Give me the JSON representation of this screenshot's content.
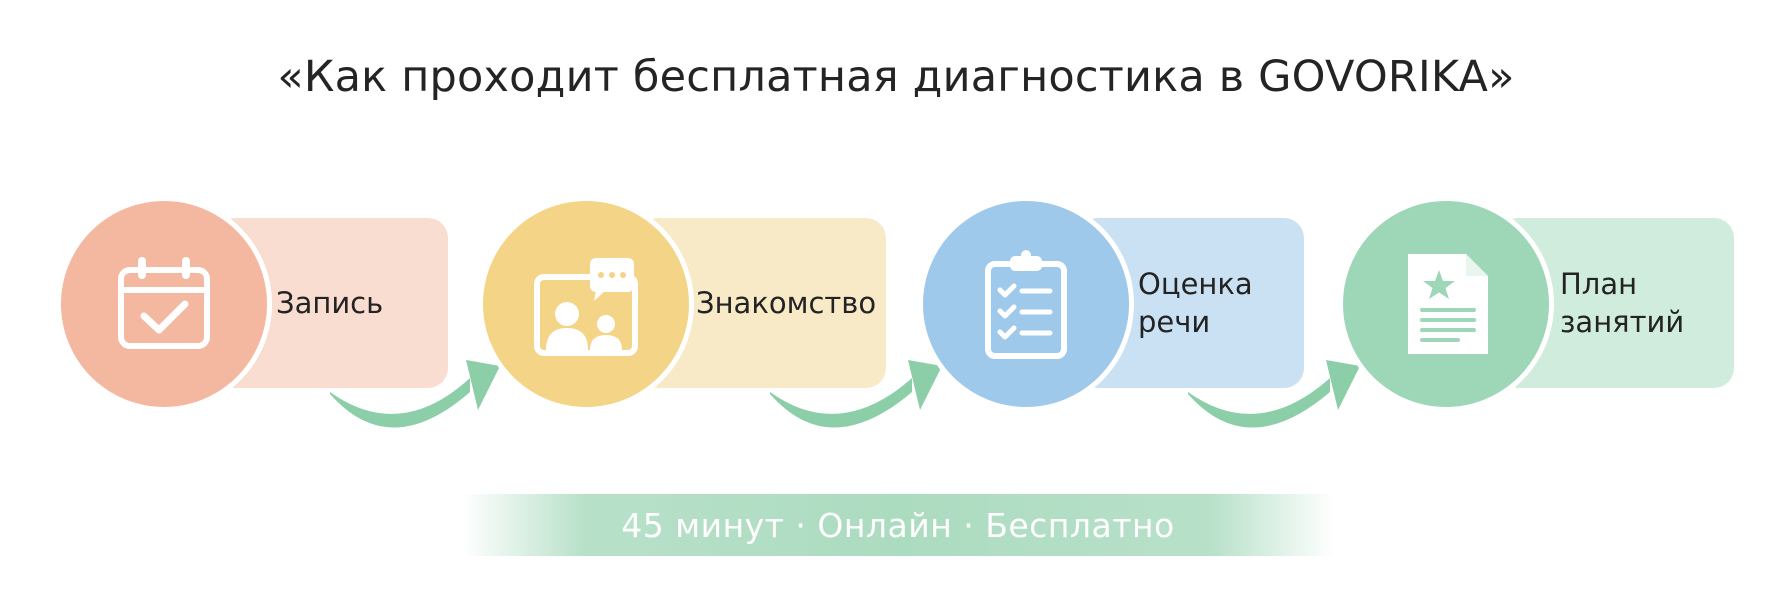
{
  "title": "«Как проходит бесплатная диагностика в GOVORIKA»",
  "steps": [
    {
      "label_lines": [
        "Запись"
      ],
      "icon": "calendar-check-icon",
      "circle_color": "#f4b8a0",
      "card_color": "#f9ddd0"
    },
    {
      "label_lines": [
        "Знакомство"
      ],
      "icon": "video-call-icon",
      "circle_color": "#f4d487",
      "card_color": "#f8eac6"
    },
    {
      "label_lines": [
        "Оценка",
        "речи"
      ],
      "icon": "clipboard-checklist-icon",
      "circle_color": "#9ec9ea",
      "card_color": "#c9e1f2"
    },
    {
      "label_lines": [
        "План",
        "занятий"
      ],
      "icon": "document-star-icon",
      "circle_color": "#9ed6b8",
      "card_color": "#d0ecdc"
    }
  ],
  "arrow_color": "#8ccea8",
  "footer": {
    "text": "45 минут · Онлайн · Бесплатно"
  }
}
